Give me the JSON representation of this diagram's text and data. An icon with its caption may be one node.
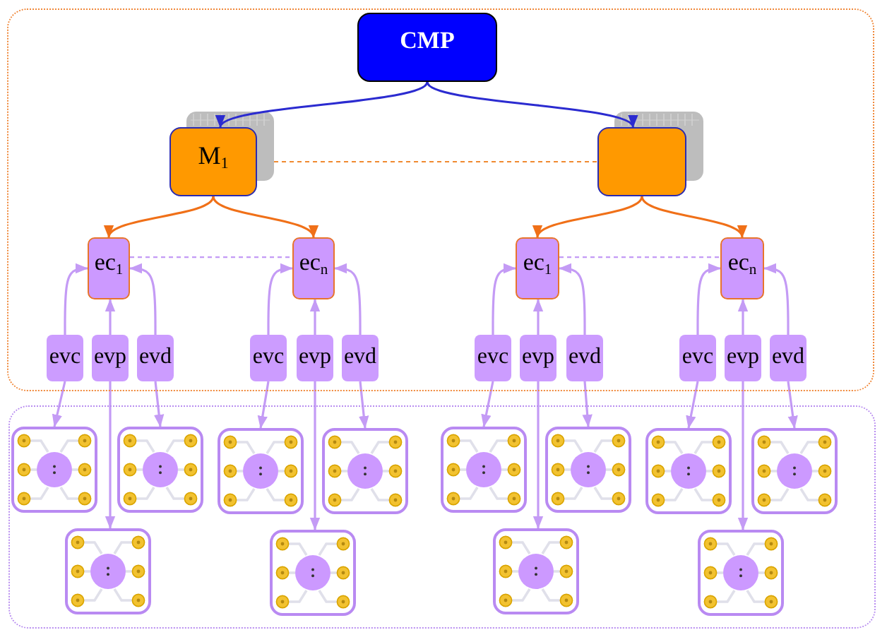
{
  "diagram": {
    "nodes": [
      {
        "text": [],
        "shape": "box"
      },
      {
        "text": [
          "CMP"
        ],
        "in": 0
      },
      {
        "text": [
          "M$_{1}$"
        ],
        "in": 0
      },
      {
        "text": [],
        "shape": "box",
        "in": 0
      },
      {
        "text": [
          "ec$_{1}$"
        ],
        "in": 0
      },
      {
        "text": [
          "ec$_{n}$"
        ],
        "in": 0
      },
      {
        "text": [
          "ec$_{1}$"
        ],
        "in": 0
      },
      {
        "text": [
          "ec$_{n}$"
        ],
        "in": 0
      },
      {
        "text": [
          "evc"
        ],
        "in": 0
      },
      {
        "text": [
          "evp"
        ],
        "in": 0
      },
      {
        "text": [
          "evd"
        ],
        "in": 0
      },
      {
        "text": [
          "evc"
        ],
        "in": 0
      },
      {
        "text": [
          "evp"
        ],
        "in": 0
      },
      {
        "text": [
          "evd"
        ],
        "in": 0
      },
      {
        "text": [
          "evc"
        ],
        "in": 0
      },
      {
        "text": [
          "evp"
        ],
        "in": 0
      },
      {
        "text": [
          "evd"
        ],
        "in": 0
      },
      {
        "text": [
          "evc"
        ],
        "in": 0
      },
      {
        "text": [
          "evp"
        ],
        "in": 0
      },
      {
        "text": [
          "evd"
        ],
        "in": 0
      },
      {
        "text": [],
        "shape": "box"
      },
      {
        "text": [],
        "shape": "picture",
        "in": 20
      },
      {
        "text": [],
        "shape": "picture",
        "in": 20
      },
      {
        "text": [],
        "shape": "picture",
        "in": 20
      },
      {
        "text": [],
        "shape": "picture",
        "in": 20
      },
      {
        "text": [],
        "shape": "picture",
        "in": 20
      },
      {
        "text": [],
        "shape": "picture",
        "in": 20
      },
      {
        "text": [],
        "shape": "picture",
        "in": 20
      },
      {
        "text": [],
        "shape": "picture",
        "in": 20
      },
      {
        "text": [],
        "shape": "picture",
        "in": 20
      },
      {
        "text": [],
        "shape": "picture",
        "in": 20
      },
      {
        "text": [],
        "shape": "picture",
        "in": 20
      },
      {
        "text": [],
        "shape": "picture",
        "in": 20
      }
    ],
    "edges": [
      {
        "from": 1,
        "to": 2,
        "arrow": "to",
        "color": "#2b2bd0"
      },
      {
        "from": 1,
        "to": 3,
        "arrow": "to",
        "color": "#2b2bd0"
      },
      {
        "from": 2,
        "to": 3,
        "arrow": "none",
        "style": "dashed",
        "color": "#f08a30"
      },
      {
        "from": 2,
        "to": 4,
        "arrow": "to",
        "color": "#f07018"
      },
      {
        "from": 2,
        "to": 5,
        "arrow": "to",
        "color": "#f07018"
      },
      {
        "from": 3,
        "to": 6,
        "arrow": "to",
        "color": "#f07018"
      },
      {
        "from": 3,
        "to": 7,
        "arrow": "to",
        "color": "#f07018"
      },
      {
        "from": 4,
        "to": 5,
        "arrow": "none",
        "style": "dashed"
      },
      {
        "from": 6,
        "to": 7,
        "arrow": "none",
        "style": "dashed"
      },
      {
        "from": 8,
        "to": 4,
        "arrow": "to"
      },
      {
        "from": 8,
        "to": 21,
        "arrow": "to"
      },
      {
        "from": 9,
        "to": 4,
        "arrow": "to"
      },
      {
        "from": 9,
        "to": 29,
        "arrow": "to"
      },
      {
        "from": 10,
        "to": 4,
        "arrow": "to"
      },
      {
        "from": 10,
        "to": 22,
        "arrow": "to"
      },
      {
        "from": 11,
        "to": 5,
        "arrow": "to"
      },
      {
        "from": 11,
        "to": 23,
        "arrow": "to"
      },
      {
        "from": 12,
        "to": 5,
        "arrow": "to"
      },
      {
        "from": 12,
        "to": 30,
        "arrow": "to"
      },
      {
        "from": 13,
        "to": 5,
        "arrow": "to"
      },
      {
        "from": 13,
        "to": 24,
        "arrow": "to"
      },
      {
        "from": 14,
        "to": 6,
        "arrow": "to"
      },
      {
        "from": 14,
        "to": 25,
        "arrow": "to"
      },
      {
        "from": 15,
        "to": 6,
        "arrow": "to"
      },
      {
        "from": 15,
        "to": 31,
        "arrow": "to"
      },
      {
        "from": 16,
        "to": 6,
        "arrow": "to"
      },
      {
        "from": 16,
        "to": 26,
        "arrow": "to"
      },
      {
        "from": 17,
        "to": 7,
        "arrow": "to"
      },
      {
        "from": 17,
        "to": 27,
        "arrow": "to"
      },
      {
        "from": 18,
        "to": 7,
        "arrow": "to"
      },
      {
        "from": 18,
        "to": 32,
        "arrow": "to"
      },
      {
        "from": 19,
        "to": 7,
        "arrow": "to"
      },
      {
        "from": 19,
        "to": 28,
        "arrow": "to"
      }
    ]
  }
}
